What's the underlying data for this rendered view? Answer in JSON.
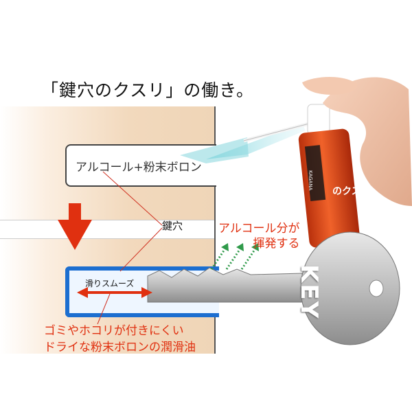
{
  "title": "「鍵穴のクスリ」の働き。",
  "labels": {
    "alcohol_boron": "アルコール+粉末ボロン",
    "keyhole": "鍵穴",
    "smooth_sliding": "滑りスムーズ",
    "evaporation_line1": "アルコール分が",
    "evaporation_line2": "揮発する",
    "dust_line1": "ゴミやホコリが付きにくい",
    "dust_line2": "ドライな粉末ボロンの潤滑油"
  },
  "key": {
    "text": "KEY"
  },
  "spray_can": {
    "brand": "KAGANA",
    "name_part": "のクスリ"
  },
  "colors": {
    "accent_red": "#e03010",
    "slot_blue": "#1c6ed0",
    "lock_tan": "#efd5b7",
    "key_silver": "#b9b9b9",
    "can_orange": "#e8501c"
  },
  "icons": {
    "down_arrow": "red-down-arrow-icon",
    "double_arrow": "red-double-arrow-icon",
    "vapor_arrows": "green-dotted-arrow-icon"
  }
}
